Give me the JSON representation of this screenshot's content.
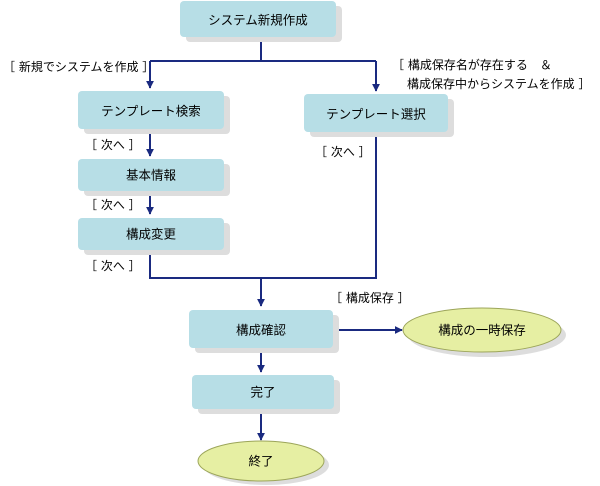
{
  "nodes": {
    "start": "システム新規作成",
    "template_search": "テンプレート検索",
    "template_select": "テンプレート選択",
    "basic_info": "基本情報",
    "config_change": "構成変更",
    "config_confirm": "構成確認",
    "temp_save": "構成の一時保存",
    "complete": "完了",
    "end": "終了"
  },
  "labels": {
    "new_system": "［ 新規でシステムを作成 ］",
    "existing_line1": "［ 構成保存名が存在する　＆",
    "existing_line2": "構成保存中からシステムを作成 ］",
    "next_1": "［ 次へ ］",
    "next_2": "［ 次へ ］",
    "next_3": "［ 次へ ］",
    "next_4": "［ 次へ ］",
    "save": "［ 構成保存 ］"
  },
  "colors": {
    "box_fill": "#b7dee6",
    "box_shadow": "#dddddd",
    "terminal_fill": "#e6efa3",
    "terminal_stroke": "#9ca55a",
    "arrow": "#1a2a80"
  }
}
